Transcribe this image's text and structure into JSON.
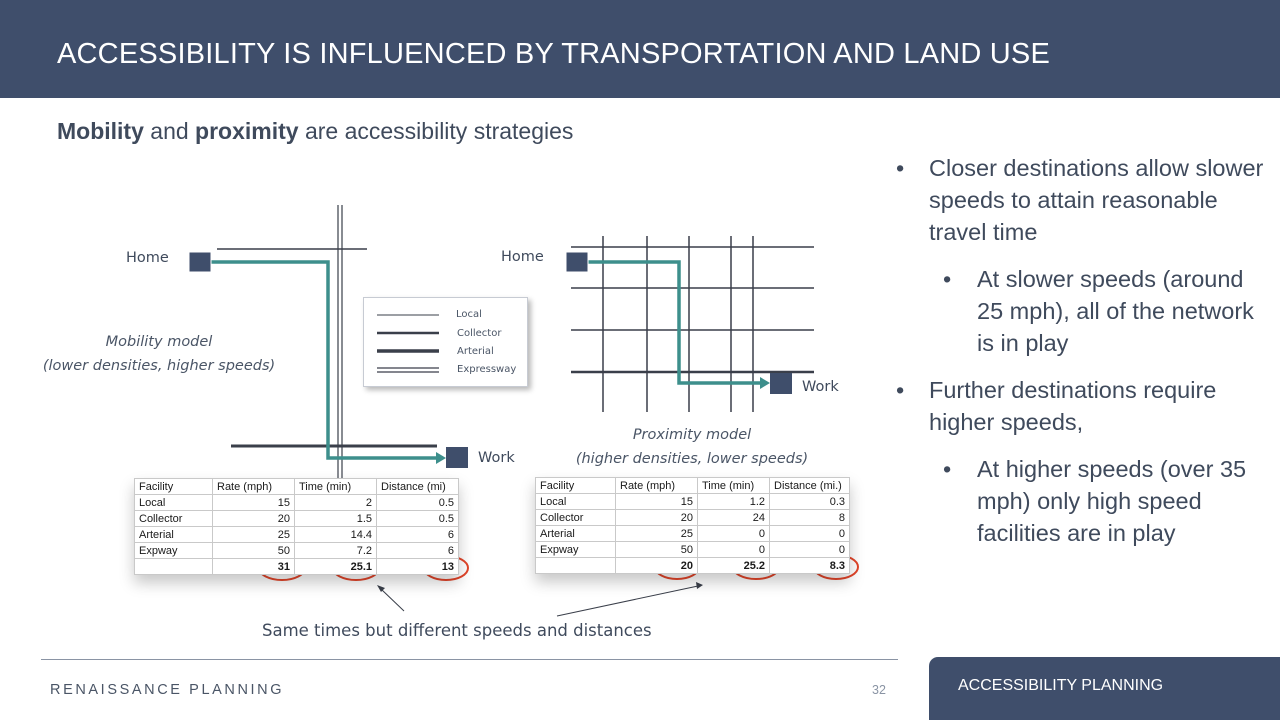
{
  "header": {
    "title": "ACCESSIBILITY IS INFLUENCED BY TRANSPORTATION AND LAND USE"
  },
  "subtitle": {
    "bold1": "Mobility",
    "text1": " and ",
    "bold2": "proximity",
    "text2": " are accessibility strategies"
  },
  "bullets": [
    {
      "level": 1,
      "text": "Closer destinations allow slower speeds to attain reasonable travel time"
    },
    {
      "level": 2,
      "text": "At slower speeds (around 25 mph), all of the network is in play"
    },
    {
      "level": 1,
      "text": "Further destinations require higher speeds,"
    },
    {
      "level": 2,
      "text": "At higher speeds (over 35 mph) only high speed facilities are in play"
    }
  ],
  "mobility": {
    "home_label": "Home",
    "work_label": "Work",
    "model_title": "Mobility model",
    "model_desc": "(lower densities, higher speeds)"
  },
  "proximity": {
    "home_label": "Home",
    "work_label": "Work",
    "model_title": "Proximity model",
    "model_desc": "(higher densities, lower speeds)"
  },
  "legend": {
    "items": [
      "Local",
      "Collector",
      "Arterial",
      "Expressway"
    ]
  },
  "table_mobility": {
    "headers": [
      "Facility",
      "Rate (mph)",
      "Time (min)",
      "Distance (mi)"
    ],
    "rows": [
      [
        "Local",
        "15",
        "2",
        "0.5"
      ],
      [
        "Collector",
        "20",
        "1.5",
        "0.5"
      ],
      [
        "Arterial",
        "25",
        "14.4",
        "6"
      ],
      [
        "Expway",
        "50",
        "7.2",
        "6"
      ]
    ],
    "totals": [
      "",
      "31",
      "25.1",
      "13"
    ]
  },
  "table_proximity": {
    "headers": [
      "Facility",
      "Rate (mph)",
      "Time (min)",
      "Distance (mi.)"
    ],
    "rows": [
      [
        "Local",
        "15",
        "1.2",
        "0.3"
      ],
      [
        "Collector",
        "20",
        "24",
        "8"
      ],
      [
        "Arterial",
        "25",
        "0",
        "0"
      ],
      [
        "Expway",
        "50",
        "0",
        "0"
      ]
    ],
    "totals": [
      "",
      "20",
      "25.2",
      "8.3"
    ]
  },
  "caption": "Same times but different speeds and distances",
  "footer": {
    "logo": "RENAISSANCE PLANNING",
    "page_number": "32",
    "tab_label": "ACCESSIBILITY PLANNING"
  },
  "colors": {
    "header_bg": "#3f4e6b",
    "route": "#3d8f8c",
    "node": "#3f4e6b",
    "road": "#3a3f4a",
    "highlight_circle": "#e2452a"
  }
}
